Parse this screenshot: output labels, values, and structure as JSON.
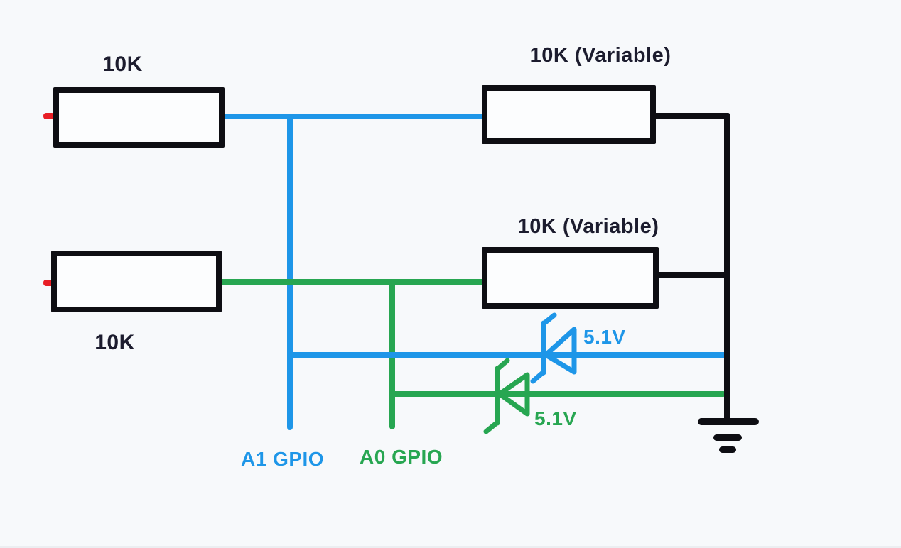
{
  "colors": {
    "background": "#f7f9fb",
    "wire_blue": "#1e96e8",
    "wire_green": "#27a651",
    "wire_black": "#0e0e13",
    "stub_red": "#e81e25",
    "label_dark": "#1c1c2e"
  },
  "components": {
    "resistor_top_left": {
      "label": "10K"
    },
    "resistor_top_right": {
      "label": "10K (Variable)"
    },
    "resistor_bottom_left": {
      "label": "10K"
    },
    "resistor_bottom_right": {
      "label": "10K (Variable)"
    },
    "zener_blue": {
      "label": "5.1V",
      "color": "#1e96e8"
    },
    "zener_green": {
      "label": "5.1V",
      "color": "#27a651"
    },
    "gpio_a1": {
      "label": "A1 GPIO",
      "color": "#1e96e8"
    },
    "gpio_a0": {
      "label": "A0 GPIO",
      "color": "#27a651"
    }
  }
}
